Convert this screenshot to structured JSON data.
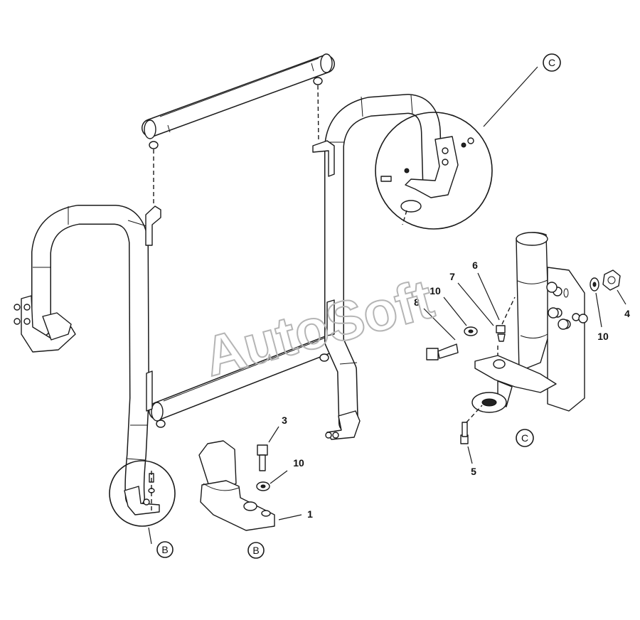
{
  "watermark": "AutoSoft",
  "part_labels": [
    {
      "id": "label-1",
      "text": "1"
    },
    {
      "id": "label-3",
      "text": "3"
    },
    {
      "id": "label-10-detail-b",
      "text": "10"
    },
    {
      "id": "label-8",
      "text": "8"
    },
    {
      "id": "label-10-left",
      "text": "10"
    },
    {
      "id": "label-7",
      "text": "7"
    },
    {
      "id": "label-6",
      "text": "6"
    },
    {
      "id": "label-4",
      "text": "4"
    },
    {
      "id": "label-10-right",
      "text": "10"
    },
    {
      "id": "label-5",
      "text": "5"
    }
  ],
  "detail_callouts": [
    {
      "id": "callout-b-circle",
      "text": "B"
    },
    {
      "id": "callout-b-detail",
      "text": "B"
    },
    {
      "id": "callout-c-circle",
      "text": "C"
    },
    {
      "id": "callout-c-detail",
      "text": "C"
    }
  ]
}
